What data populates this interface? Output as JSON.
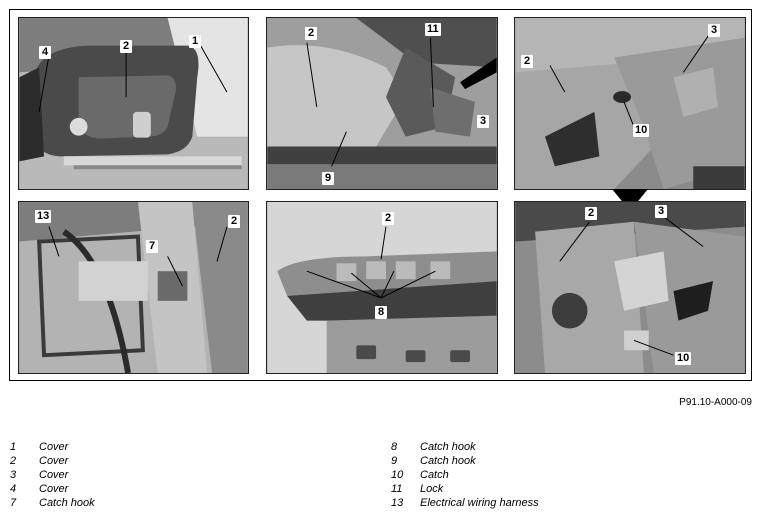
{
  "figure": {
    "reference_code": "P91.10-A000-09",
    "panels": [
      {
        "id": "p1",
        "callouts": [
          "4",
          "2",
          "1"
        ]
      },
      {
        "id": "p2",
        "callouts": [
          "2",
          "11",
          "3",
          "9"
        ]
      },
      {
        "id": "p3",
        "callouts": [
          "3",
          "2",
          "10"
        ]
      },
      {
        "id": "p4",
        "callouts": [
          "13",
          "2",
          "7"
        ]
      },
      {
        "id": "p5",
        "callouts": [
          "2",
          "8"
        ]
      },
      {
        "id": "p6",
        "callouts": [
          "2",
          "3",
          "10"
        ]
      }
    ]
  },
  "legend": {
    "left": [
      {
        "num": "1",
        "text": "Cover"
      },
      {
        "num": "2",
        "text": "Cover"
      },
      {
        "num": "3",
        "text": "Cover"
      },
      {
        "num": "4",
        "text": "Cover"
      },
      {
        "num": "7",
        "text": "Catch hook"
      }
    ],
    "right": [
      {
        "num": "8",
        "text": "Catch hook"
      },
      {
        "num": "9",
        "text": "Catch hook"
      },
      {
        "num": "10",
        "text": "Catch"
      },
      {
        "num": "11",
        "text": "Lock"
      },
      {
        "num": "13",
        "text": "Electrical wiring harness"
      }
    ]
  },
  "colors": {
    "photo_light": "#c8c8c8",
    "photo_mid": "#8f8f8f",
    "photo_dark": "#3c3c3c",
    "callout_bg": "#ffffff"
  }
}
